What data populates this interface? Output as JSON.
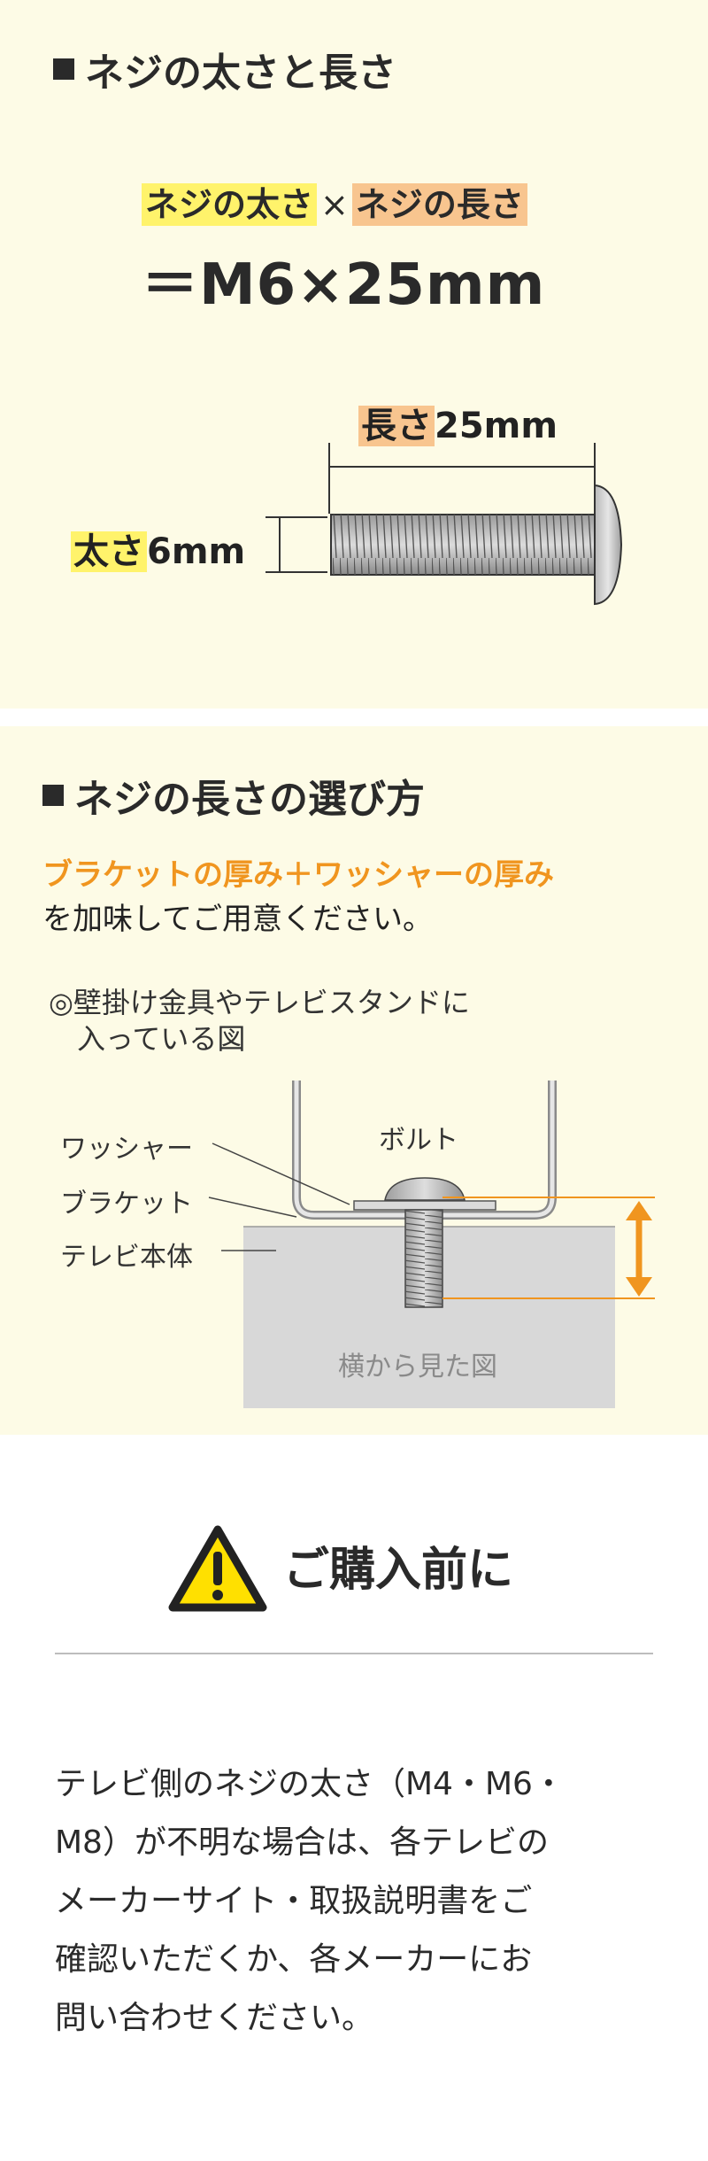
{
  "section1": {
    "heading": "ネジの太さと長さ",
    "formula": {
      "thickness_label": "ネジの太さ",
      "times": "×",
      "length_label": "ネジの長さ",
      "result": "＝M6×25mm"
    },
    "diagram": {
      "length_word": "長さ",
      "length_value": "25mm",
      "thickness_word": "太さ",
      "thickness_value": "6mm"
    }
  },
  "section2": {
    "heading": "ネジの長さの選び方",
    "highlight_text": "ブラケットの厚み＋ワッシャーの厚み",
    "body_text": "を加味してご用意ください。",
    "figure_caption_line1": "◎壁掛け金具やテレビスタンドに",
    "figure_caption_line2": "　入っている図",
    "diagram": {
      "washer_label": "ワッシャー",
      "bracket_label": "ブラケット",
      "tv_label": "テレビ本体",
      "bolt_label": "ボルト",
      "side_view_label": "横から見た図"
    }
  },
  "section3": {
    "title": "ご購入前に",
    "note_lines": [
      "テレビ側のネジの太さ（M4・M6・",
      "M8）が不明な場合は、各テレビの",
      "メーカーサイト・取扱説明書をご",
      "確認いただくか、各メーカーにお",
      "問い合わせください。"
    ]
  },
  "colors": {
    "background_cream": "#fdfbe6",
    "highlight_yellow": "#fff36b",
    "highlight_orange": "#f8c58f",
    "accent_orange": "#f0951f",
    "warning_yellow": "#ffe000"
  },
  "icons": [
    "warning-icon"
  ]
}
